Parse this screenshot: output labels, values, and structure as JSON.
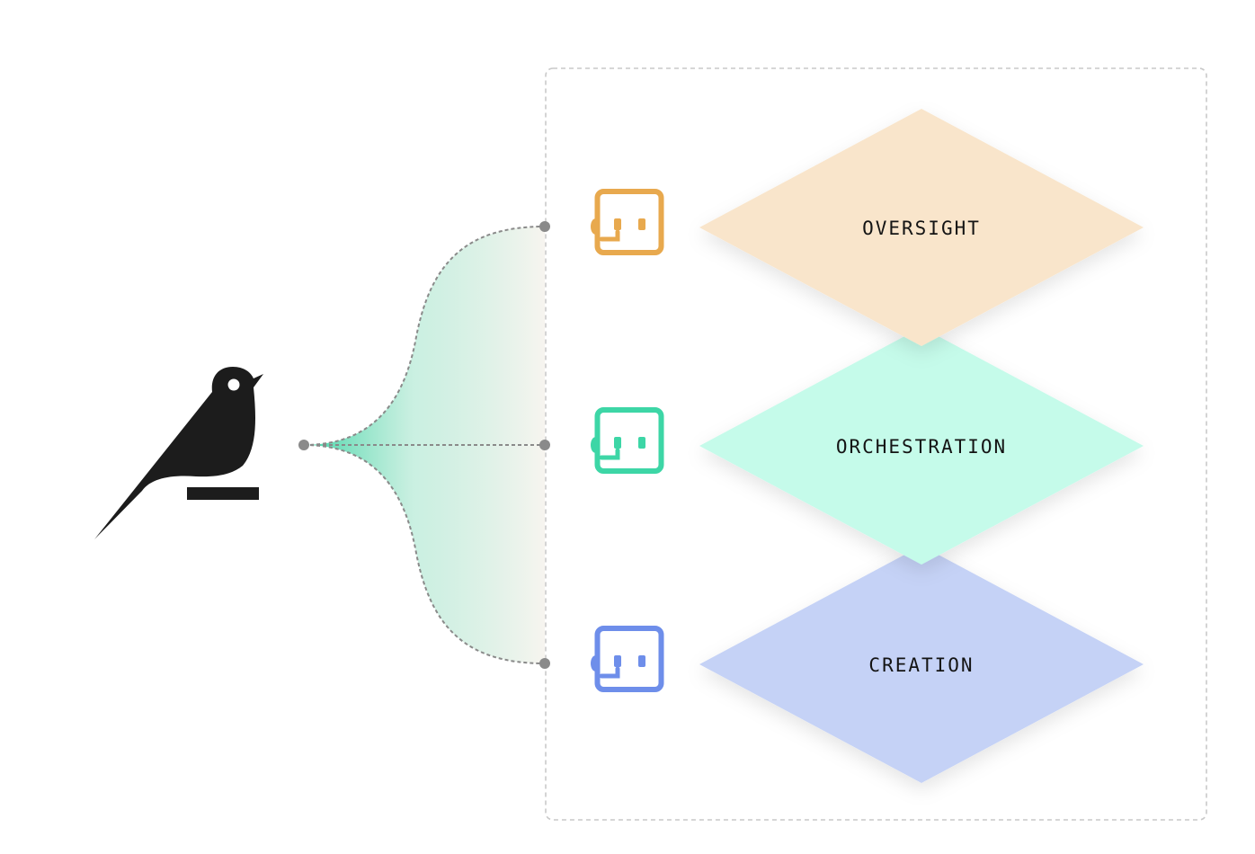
{
  "layers": [
    {
      "label": "OVERSIGHT",
      "fill": "#F9E5CB",
      "agent_color": "#E8A94E",
      "agent_icon": "robot-face-icon"
    },
    {
      "label": "ORCHESTRATION",
      "fill": "#C5FBEA",
      "agent_color": "#3DD6A6",
      "agent_icon": "robot-face-icon"
    },
    {
      "label": "CREATION",
      "fill": "#C5D2F6",
      "agent_color": "#6E8EEA",
      "agent_icon": "robot-face-icon"
    }
  ],
  "source": {
    "icon": "bird-logo-icon",
    "color": "#1C1C1C"
  },
  "connectors": {
    "line_color": "#8A8A8A",
    "fan_gradient_from": "#43D6A8",
    "fan_gradient_to": "#F4F1EA"
  },
  "frame": {
    "border_color": "#C9C9C9",
    "style": "dashed"
  }
}
